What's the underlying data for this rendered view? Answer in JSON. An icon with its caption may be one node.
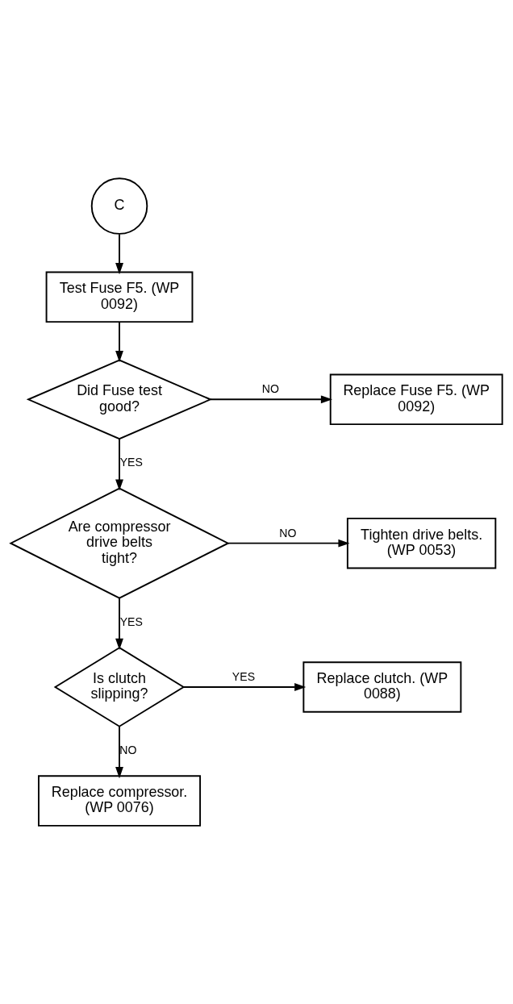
{
  "diagram": {
    "nodes": [
      {
        "text": [
          "C"
        ]
      },
      {
        "text": [
          "Test Fuse F5. (WP 0092)"
        ]
      },
      {
        "text": [
          "Did Fuse test good?"
        ]
      },
      {
        "text": [
          "Replace Fuse F5. (WP 0092)"
        ]
      },
      {
        "text": [
          "Are compressor drive belts tight?"
        ]
      },
      {
        "text": [
          "Tighten drive belts. (WP 0053)"
        ]
      },
      {
        "text": [
          "Is clutch slipping?"
        ]
      },
      {
        "text": [
          "Replace clutch. (WP 0088)"
        ]
      },
      {
        "text": [
          "Replace compressor. (WP 0076)"
        ]
      }
    ],
    "edges": [
      {
        "from": 0,
        "to": 1,
        "arrow": "to"
      },
      {
        "from": 1,
        "to": 2,
        "arrow": "to"
      },
      {
        "from": 2,
        "to": 3,
        "arrow": "to",
        "label": "NO"
      },
      {
        "from": 2,
        "to": 4,
        "arrow": "to",
        "label": "YES"
      },
      {
        "from": 4,
        "to": 5,
        "arrow": "to",
        "label": "NO"
      },
      {
        "from": 4,
        "to": 6,
        "arrow": "to",
        "label": "YES"
      },
      {
        "from": 6,
        "to": 7,
        "arrow": "to",
        "label": "YES"
      },
      {
        "from": 6,
        "to": 8,
        "arrow": "to",
        "label": "NO"
      }
    ]
  }
}
